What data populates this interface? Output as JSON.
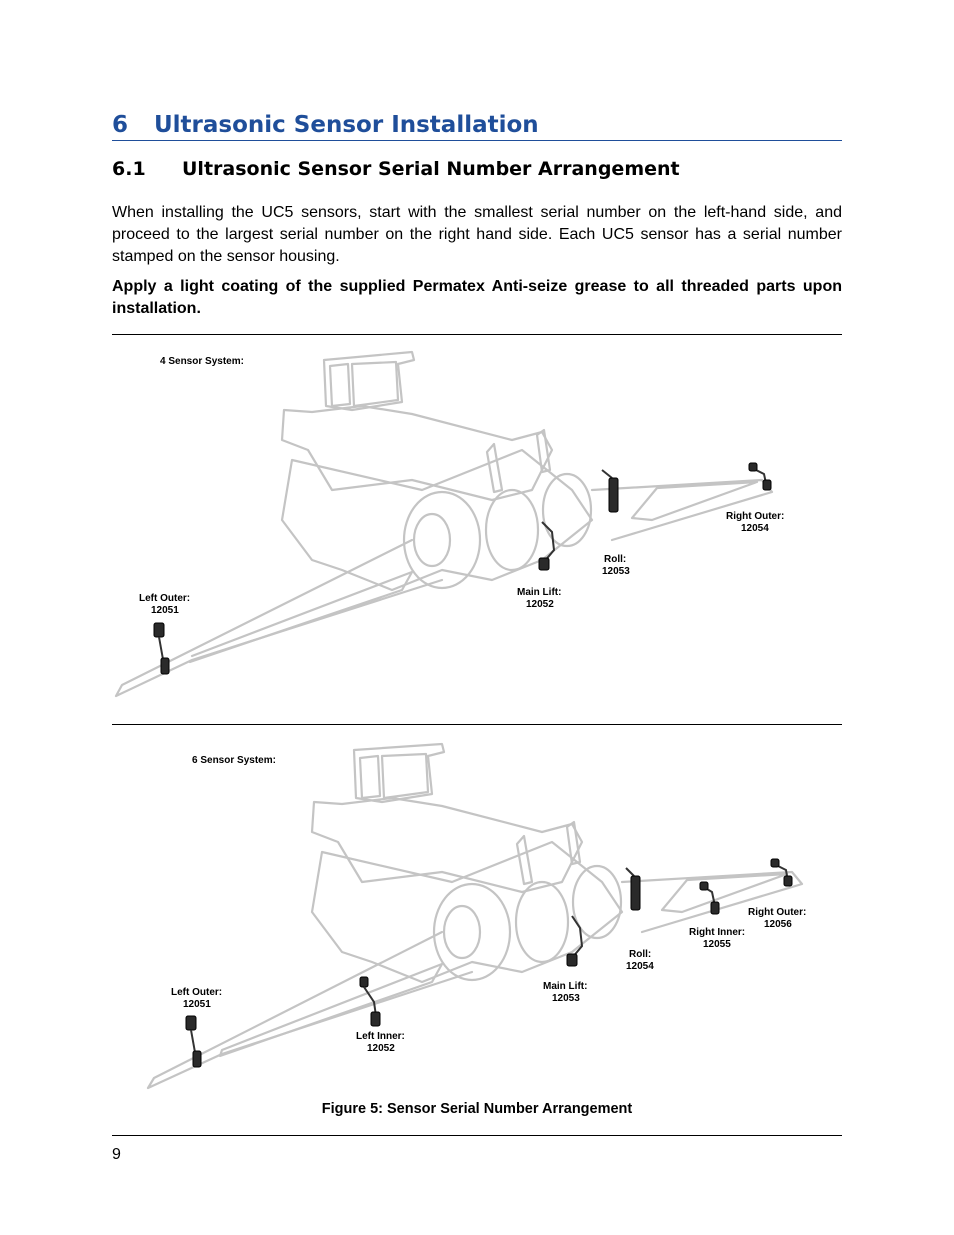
{
  "heading": {
    "number": "6",
    "title": "Ultrasonic Sensor Installation"
  },
  "subheading": {
    "number": "6.1",
    "title": "Ultrasonic Sensor Serial Number Arrangement"
  },
  "paragraph1": "When installing the UC5 sensors, start with the smallest serial number on the left-hand side, and proceed to the largest serial number on the right hand side.  Each UC5 sensor has a serial number stamped on the sensor housing.",
  "paragraph2": "Apply a light coating of the supplied Permatex Anti-seize grease to all threaded parts upon installation.",
  "figure4": {
    "title": "4 Sensor System:",
    "labels": [
      {
        "name": "Left Outer:",
        "serial": "12051"
      },
      {
        "name": "Main Lift:",
        "serial": "12052"
      },
      {
        "name": "Roll:",
        "serial": "12053"
      },
      {
        "name": "Right Outer:",
        "serial": "12054"
      }
    ]
  },
  "figure6": {
    "title": "6 Sensor System:",
    "labels": [
      {
        "name": "Left Outer:",
        "serial": "12051"
      },
      {
        "name": "Left Inner:",
        "serial": "12052"
      },
      {
        "name": "Main Lift:",
        "serial": "12053"
      },
      {
        "name": "Roll:",
        "serial": "12054"
      },
      {
        "name": "Right Inner:",
        "serial": "12055"
      },
      {
        "name": "Right Outer:",
        "serial": "12056"
      }
    ]
  },
  "caption": "Figure 5: Sensor Serial Number Arrangement",
  "page_number": "9"
}
